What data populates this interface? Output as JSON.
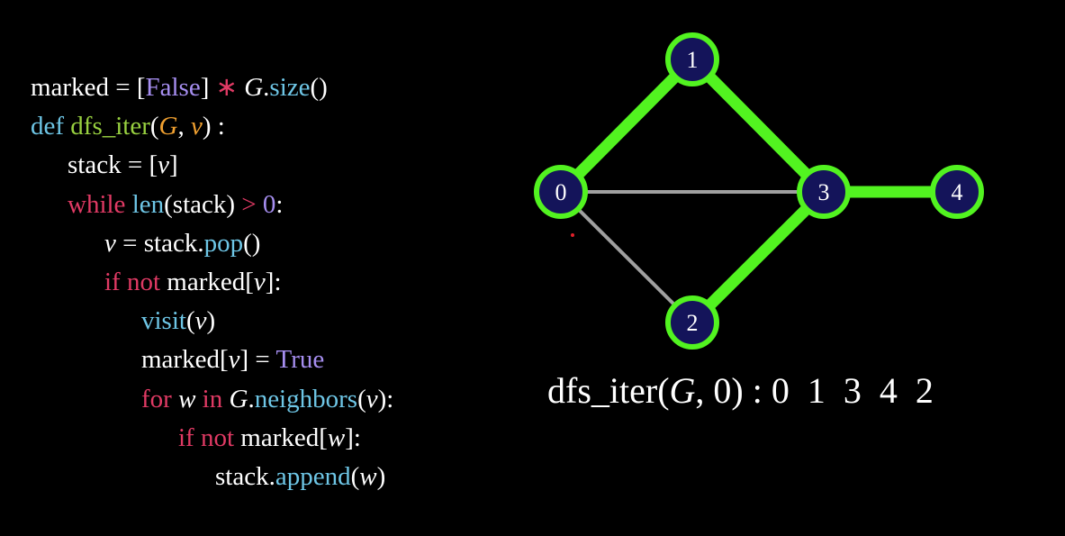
{
  "colors": {
    "background": "#000000",
    "text": "#ffffff",
    "keyword_red": "#e03a64",
    "builtin_blue": "#6ec6e6",
    "constant_purple": "#a68ef0",
    "param_orange": "#f0a030",
    "function_green": "#98d040",
    "highlight_edge": "#52f320",
    "plain_edge": "#a0a0a0",
    "node_fill": "#14145a",
    "node_stroke": "#52f320"
  },
  "code": [
    {
      "indent": 0,
      "tokens": [
        {
          "t": "marked",
          "c": "text"
        },
        {
          "t": " = ",
          "c": "text"
        },
        {
          "t": "[",
          "c": "text"
        },
        {
          "t": "False",
          "c": "constant_purple"
        },
        {
          "t": "]",
          "c": "text"
        },
        {
          "t": " ∗ ",
          "c": "keyword_red"
        },
        {
          "t": "G",
          "c": "text",
          "i": true
        },
        {
          "t": ".",
          "c": "text"
        },
        {
          "t": "size",
          "c": "builtin_blue"
        },
        {
          "t": "()",
          "c": "text"
        }
      ]
    },
    {
      "indent": 0,
      "tokens": [
        {
          "t": "def ",
          "c": "builtin_blue"
        },
        {
          "t": "dfs_iter",
          "c": "function_green"
        },
        {
          "t": "(",
          "c": "text"
        },
        {
          "t": "G",
          "c": "param_orange",
          "i": true
        },
        {
          "t": ", ",
          "c": "text"
        },
        {
          "t": "v",
          "c": "param_orange",
          "i": true
        },
        {
          "t": ") :",
          "c": "text"
        }
      ]
    },
    {
      "indent": 1,
      "tokens": [
        {
          "t": "stack",
          "c": "text"
        },
        {
          "t": " = [",
          "c": "text"
        },
        {
          "t": "v",
          "c": "text",
          "i": true
        },
        {
          "t": "]",
          "c": "text"
        }
      ]
    },
    {
      "indent": 1,
      "tokens": [
        {
          "t": "while ",
          "c": "keyword_red"
        },
        {
          "t": "len",
          "c": "builtin_blue"
        },
        {
          "t": "(stack)",
          "c": "text"
        },
        {
          "t": " > ",
          "c": "keyword_red"
        },
        {
          "t": "0",
          "c": "constant_purple"
        },
        {
          "t": ":",
          "c": "text"
        }
      ]
    },
    {
      "indent": 2,
      "tokens": [
        {
          "t": "v",
          "c": "text",
          "i": true
        },
        {
          "t": " = stack.",
          "c": "text"
        },
        {
          "t": "pop",
          "c": "builtin_blue"
        },
        {
          "t": "()",
          "c": "text"
        }
      ]
    },
    {
      "indent": 2,
      "tokens": [
        {
          "t": "if not ",
          "c": "keyword_red"
        },
        {
          "t": "marked[",
          "c": "text"
        },
        {
          "t": "v",
          "c": "text",
          "i": true
        },
        {
          "t": "]:",
          "c": "text"
        }
      ]
    },
    {
      "indent": 3,
      "tokens": [
        {
          "t": "visit",
          "c": "builtin_blue"
        },
        {
          "t": "(",
          "c": "text"
        },
        {
          "t": "v",
          "c": "text",
          "i": true
        },
        {
          "t": ")",
          "c": "text"
        }
      ]
    },
    {
      "indent": 3,
      "tokens": [
        {
          "t": "marked[",
          "c": "text"
        },
        {
          "t": "v",
          "c": "text",
          "i": true
        },
        {
          "t": "] = ",
          "c": "text"
        },
        {
          "t": "True",
          "c": "constant_purple"
        }
      ]
    },
    {
      "indent": 3,
      "tokens": [
        {
          "t": "for ",
          "c": "keyword_red"
        },
        {
          "t": "w",
          "c": "text",
          "i": true
        },
        {
          "t": " in ",
          "c": "keyword_red"
        },
        {
          "t": "G",
          "c": "text",
          "i": true
        },
        {
          "t": ".",
          "c": "text"
        },
        {
          "t": "neighbors",
          "c": "builtin_blue"
        },
        {
          "t": "(",
          "c": "text"
        },
        {
          "t": "v",
          "c": "text",
          "i": true
        },
        {
          "t": "):",
          "c": "text"
        }
      ]
    },
    {
      "indent": 4,
      "tokens": [
        {
          "t": "if not ",
          "c": "keyword_red"
        },
        {
          "t": "marked[",
          "c": "text"
        },
        {
          "t": "w",
          "c": "text",
          "i": true
        },
        {
          "t": "]:",
          "c": "text"
        }
      ]
    },
    {
      "indent": 5,
      "tokens": [
        {
          "t": "stack.",
          "c": "text"
        },
        {
          "t": "append",
          "c": "builtin_blue"
        },
        {
          "t": "(",
          "c": "text"
        },
        {
          "t": "w",
          "c": "text",
          "i": true
        },
        {
          "t": ")",
          "c": "text"
        }
      ]
    }
  ],
  "graph": {
    "nodes": [
      {
        "id": "0",
        "label": "0"
      },
      {
        "id": "1",
        "label": "1"
      },
      {
        "id": "2",
        "label": "2"
      },
      {
        "id": "3",
        "label": "3"
      },
      {
        "id": "4",
        "label": "4"
      }
    ],
    "edges": [
      {
        "from": "0",
        "to": "1",
        "highlighted": true
      },
      {
        "from": "1",
        "to": "3",
        "highlighted": true
      },
      {
        "from": "0",
        "to": "3",
        "highlighted": false
      },
      {
        "from": "0",
        "to": "2",
        "highlighted": false
      },
      {
        "from": "2",
        "to": "3",
        "highlighted": true
      },
      {
        "from": "3",
        "to": "4",
        "highlighted": true
      }
    ]
  },
  "result": {
    "call": {
      "fn": "dfs_iter",
      "open": "(",
      "arg1": "G",
      "sep": ", ",
      "arg2": "0",
      "close": ")"
    },
    "colon": " : ",
    "order": "0  1  3  4  2"
  }
}
